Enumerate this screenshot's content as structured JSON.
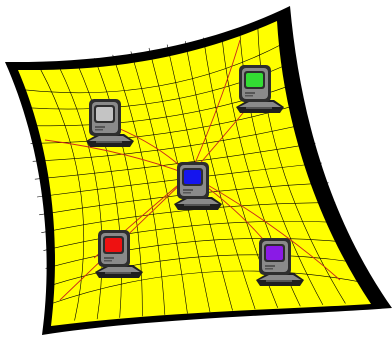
{
  "colors": {
    "background": "#ffffff",
    "web_fill": "#ffff00",
    "border": "#000000",
    "web_lines": "#000000",
    "center_links": "#cc2a1a",
    "computer_body": "#8a8a8a",
    "computer_bezel": "#2e2e2e",
    "computer_base": "#1f1f1f"
  },
  "computers": [
    {
      "id": "top-left",
      "screen_color": "#c4c4c4"
    },
    {
      "id": "top-right",
      "screen_color": "#33dd33"
    },
    {
      "id": "center",
      "screen_color": "#1515ee"
    },
    {
      "id": "bottom-left",
      "screen_color": "#ee1111"
    },
    {
      "id": "bottom-right",
      "screen_color": "#8a1ae6"
    }
  ]
}
